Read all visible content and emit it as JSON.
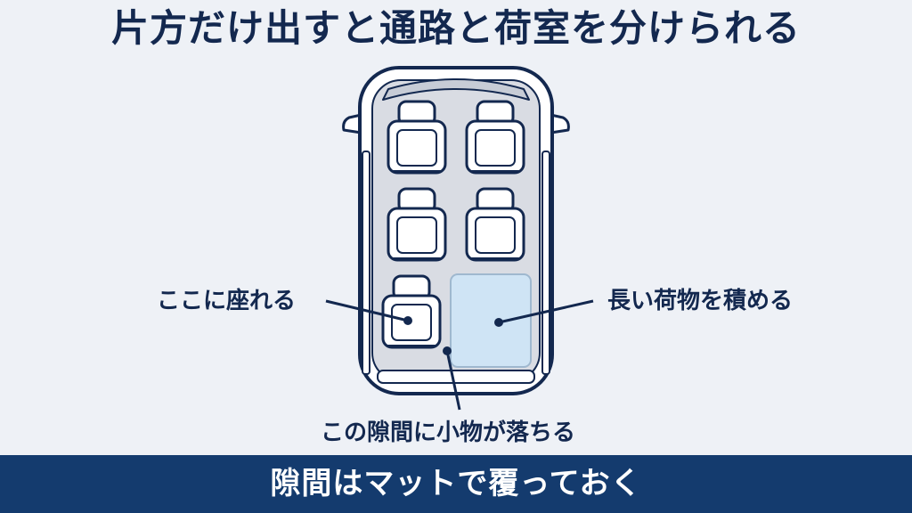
{
  "title": "片方だけ出すと通路と荷室を分けられる",
  "labels": {
    "seat_area": "ここに座れる",
    "cargo_area": "長い荷物を積める",
    "gap": "この隙間に小物が落ちる"
  },
  "footer": {
    "message": "隙間はマットで覆っておく"
  },
  "colors": {
    "navy": "#13284f",
    "footer_bg": "#143b6e",
    "cargo_fill": "#cfe4f5",
    "floor": "#d9dce3",
    "background": "#eef1f6"
  }
}
